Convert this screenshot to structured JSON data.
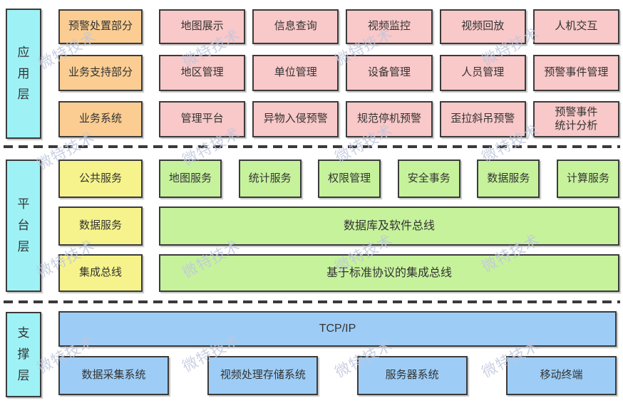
{
  "watermark": {
    "text": "微特技术"
  },
  "colors": {
    "layer_label": "#9ef2f6",
    "app_left": "#fbcd92",
    "app_module": "#f9c8c8",
    "platform_left": "#f6f38c",
    "platform_service": "#c6f29c",
    "support": "#9dcdf6",
    "border": "#3b3b3b",
    "watermark": "#bfc6dd"
  },
  "layers": {
    "application": {
      "label": "应\n用\n层",
      "left_column": [
        "预警处置部分",
        "业务支持部分",
        "业务系统"
      ],
      "grid": [
        [
          "地图展示",
          "信息查询",
          "视频监控",
          "视频回放",
          "人机交互"
        ],
        [
          "地区管理",
          "单位管理",
          "设备管理",
          "人员管理",
          "预警事件管理"
        ],
        [
          "管理平台",
          "异物入侵预警",
          "规范停机预警",
          "歪拉斜吊预警",
          "预警事件\n统计分析"
        ]
      ]
    },
    "platform": {
      "label": "平\n台\n层",
      "left_column": [
        "公共服务",
        "数据服务",
        "集成总线"
      ],
      "services": [
        "地图服务",
        "统计服务",
        "权限管理",
        "安全事务",
        "数据服务",
        "计算服务"
      ],
      "database_bus": "数据库及软件总线",
      "integration_bus": "基于标准协议的集成总线"
    },
    "support": {
      "label": "支\n撑\n层",
      "network_bus": "TCP/IP",
      "systems": [
        "数据采集系统",
        "视频处理存储系统",
        "服务器系统",
        "移动终端"
      ]
    }
  }
}
